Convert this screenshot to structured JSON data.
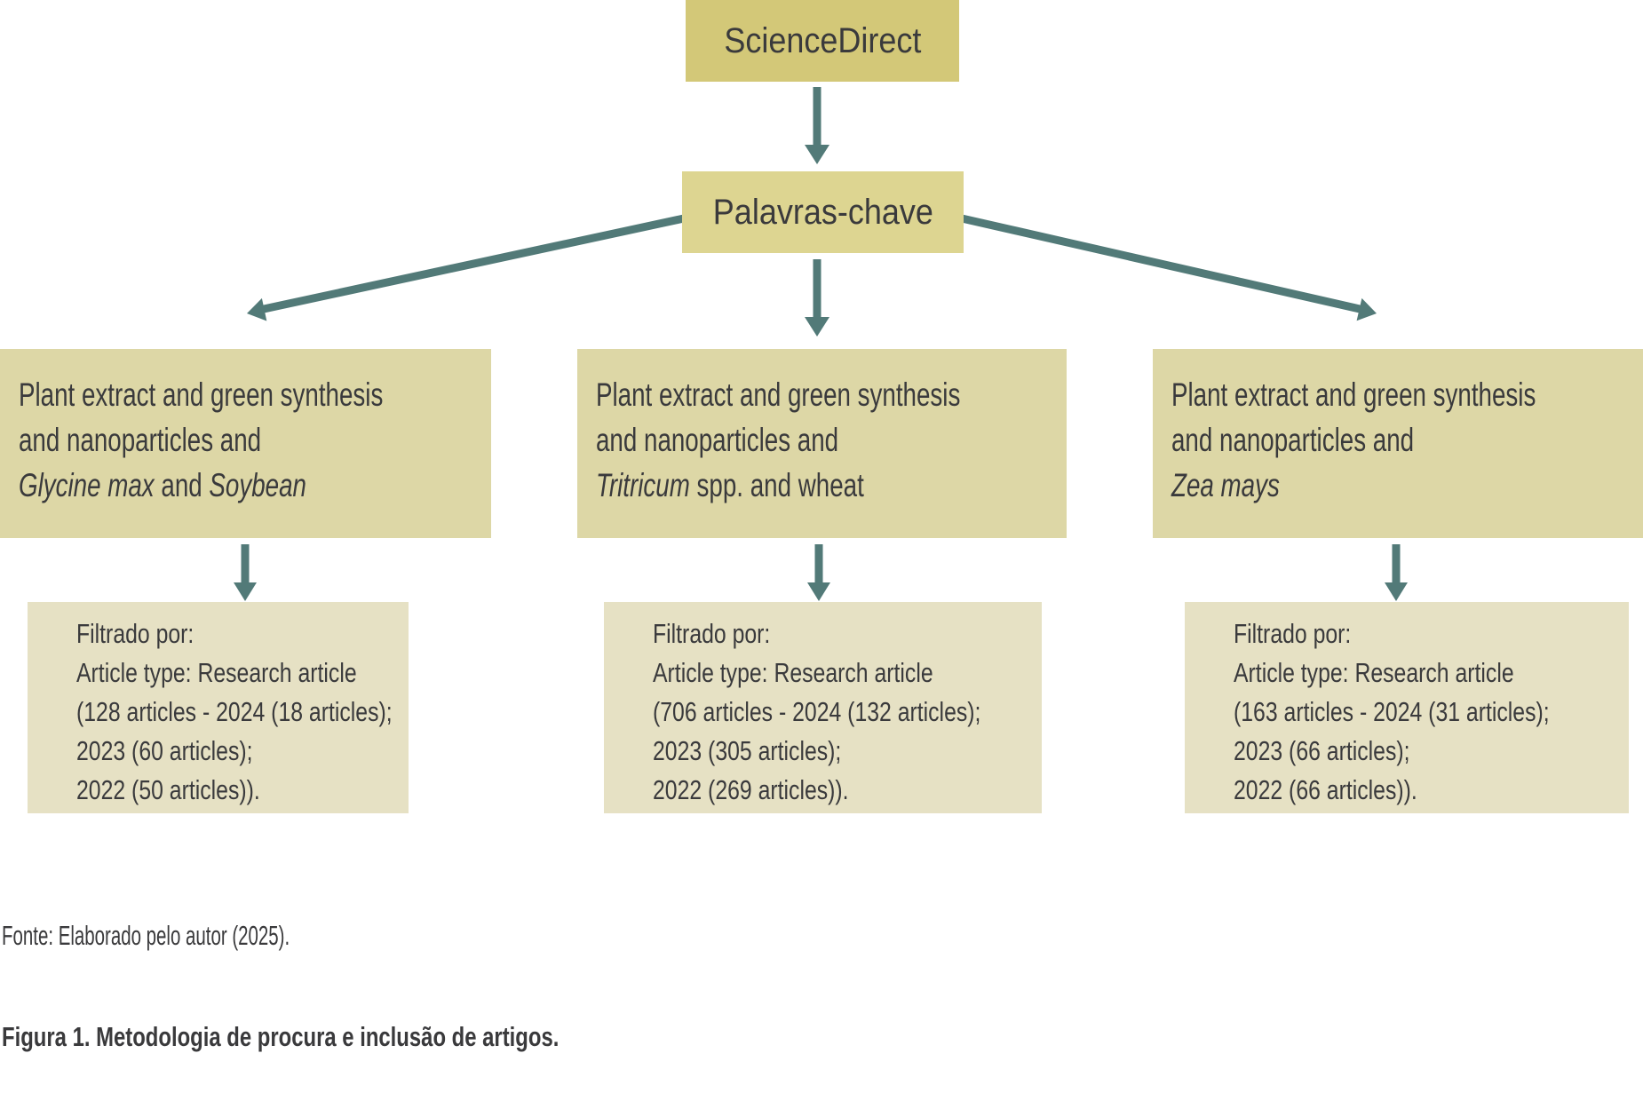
{
  "colors": {
    "sciencedirect_box": "#d3c878",
    "keywords_box": "#ddd591",
    "query_box": "#ddd7a6",
    "filter_box": "#e6e1c4",
    "arrow": "#527a78",
    "text": "#3a3a3c"
  },
  "flowchart": {
    "source": {
      "label": "ScienceDirect"
    },
    "keywords": {
      "label": "Palavras-chave"
    },
    "branches": [
      {
        "query": {
          "line1": "Plant extract and green synthesis",
          "line2": "and nanoparticles and",
          "line3": [
            {
              "text": "Glycine max",
              "italic": true
            },
            {
              "text": " and ",
              "italic": false
            },
            {
              "text": "Soybean",
              "italic": true
            }
          ]
        },
        "filter": {
          "title": "Filtrado por:",
          "article_type": "Article type: Research article",
          "total_line": "(128 articles - 2024 (18 articles);",
          "line_2023": "2023 (60 articles);",
          "line_2022": "2022 (50 articles))."
        }
      },
      {
        "query": {
          "line1": "Plant extract and green synthesis",
          "line2": "and nanoparticles and",
          "line3": [
            {
              "text": "Tritricum",
              "italic": true
            },
            {
              "text": " spp. and wheat",
              "italic": false
            }
          ]
        },
        "filter": {
          "title": "Filtrado por:",
          "article_type": "Article type: Research article",
          "total_line": "(706 articles - 2024 (132 articles);",
          "line_2023": "2023 (305 articles);",
          "line_2022": "2022 (269 articles))."
        }
      },
      {
        "query": {
          "line1": "Plant extract and green synthesis",
          "line2": "and nanoparticles and",
          "line3": [
            {
              "text": "Zea mays",
              "italic": true
            }
          ]
        },
        "filter": {
          "title": "Filtrado por:",
          "article_type": "Article type: Research article",
          "total_line": "(163 articles - 2024 (31 articles);",
          "line_2023": "2023 (66 articles);",
          "line_2022": "2022 (66 articles))."
        }
      }
    ]
  },
  "captions": {
    "source_note": "Fonte: Elaborado pelo autor (2025).",
    "figure_caption": "Figura 1. Metodologia de procura e inclusão de artigos."
  }
}
